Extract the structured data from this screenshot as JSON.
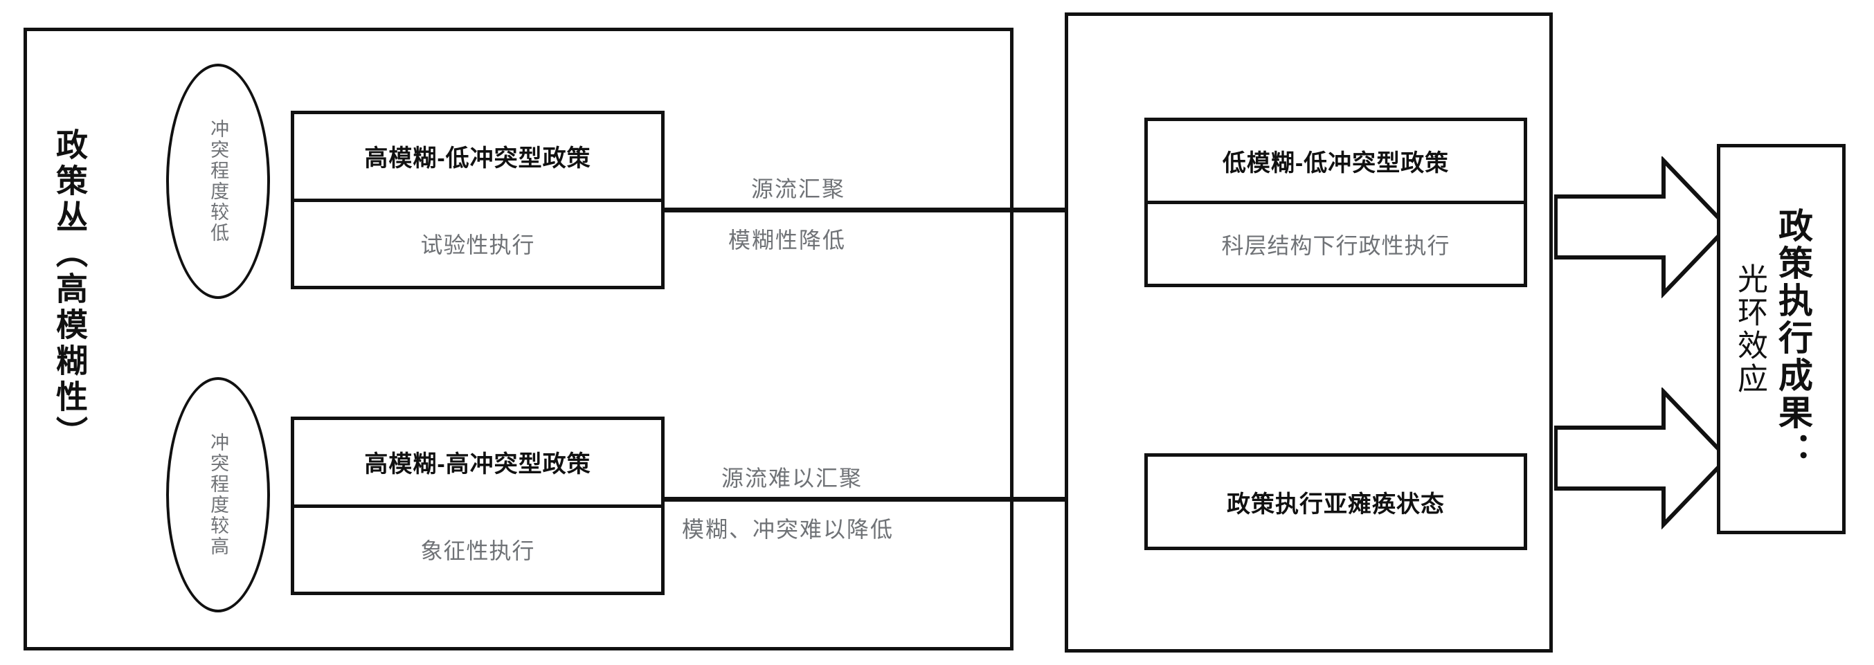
{
  "diagram": {
    "title_left": "政策丛（高模糊性）",
    "left_panel": {
      "ellipses": [
        {
          "label": "冲突程度较低"
        },
        {
          "label": "冲突程度较高"
        }
      ],
      "cards": [
        {
          "title": "高模糊-低冲突型政策",
          "subtitle": "试验性执行"
        },
        {
          "title": "高模糊-高冲突型政策",
          "subtitle": "象征性执行"
        }
      ]
    },
    "connectors": [
      {
        "label_top": "源流汇聚",
        "label_bottom": "模糊性降低"
      },
      {
        "label_top": "源流难以汇聚",
        "label_bottom": "模糊、冲突难以降低"
      }
    ],
    "right_panel": {
      "cards": [
        {
          "title": "低模糊-低冲突型政策",
          "subtitle": "科层结构下行政性执行"
        },
        {
          "title": "政策执行亚瘫痪状态",
          "subtitle": ""
        }
      ]
    },
    "outcome": {
      "main": "政策执行成果：",
      "sub": "光环效应"
    },
    "colors": {
      "stroke": "#111111",
      "muted_text": "#6f7276",
      "background": "#ffffff"
    }
  }
}
